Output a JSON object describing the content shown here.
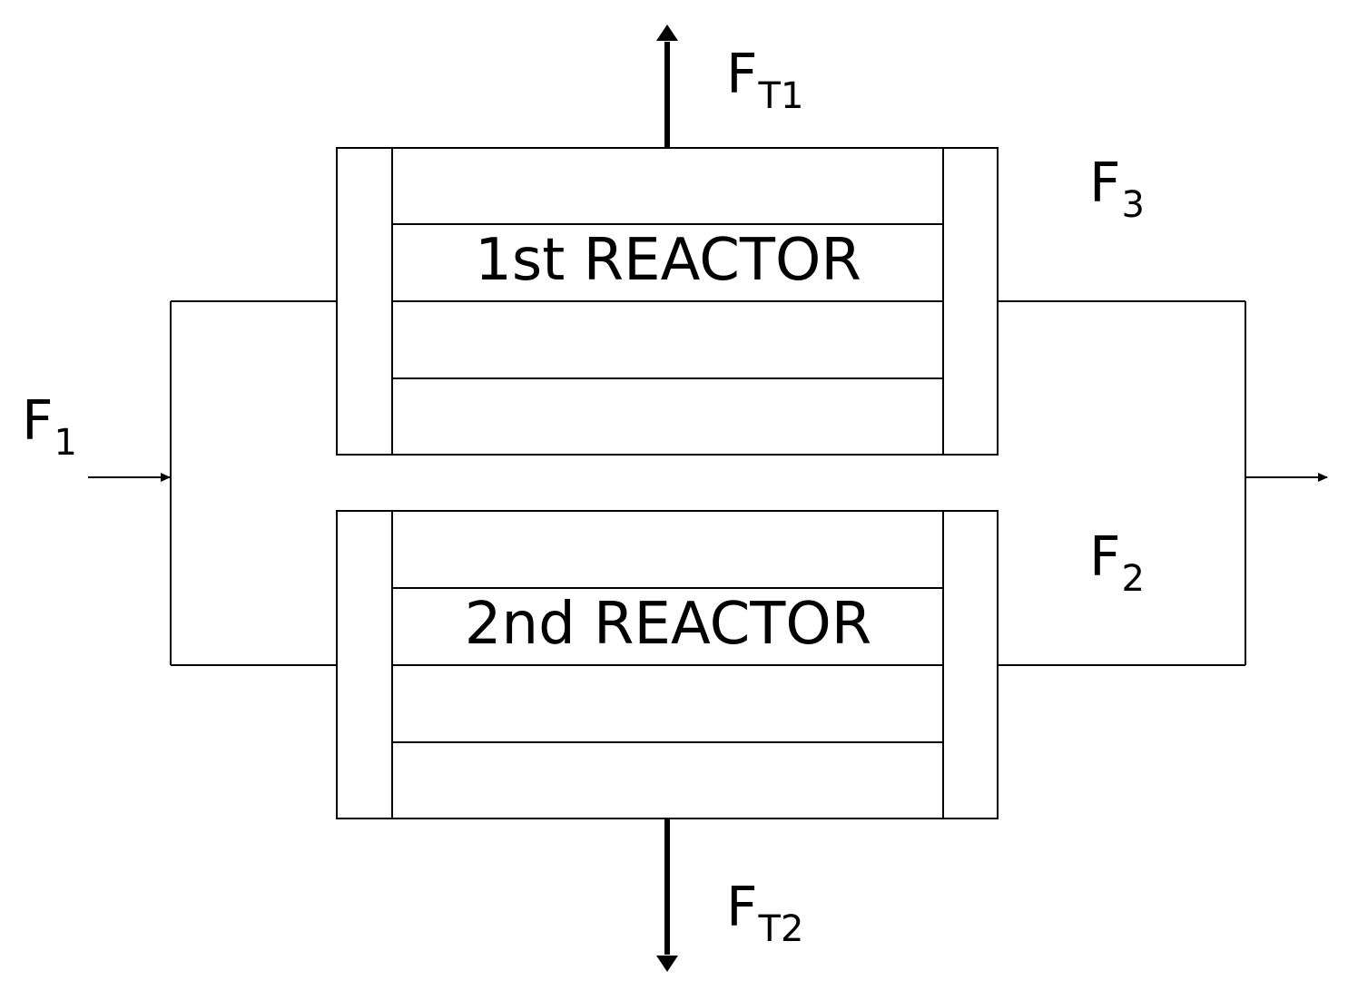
{
  "diagram": {
    "colors": {
      "line": "#000000",
      "background": "#ffffff"
    },
    "reactors": [
      {
        "id": "reactor-1",
        "label": "1st REACTOR"
      },
      {
        "id": "reactor-2",
        "label": "2nd REACTOR"
      }
    ],
    "flows": {
      "inlet": {
        "base": "F",
        "sub": "1"
      },
      "outlet_1": {
        "base": "F",
        "sub": "3"
      },
      "outlet_2": {
        "base": "F",
        "sub": "2"
      },
      "permeate_1": {
        "base": "F",
        "sub": "T1"
      },
      "permeate_2": {
        "base": "F",
        "sub": "T2"
      }
    }
  }
}
